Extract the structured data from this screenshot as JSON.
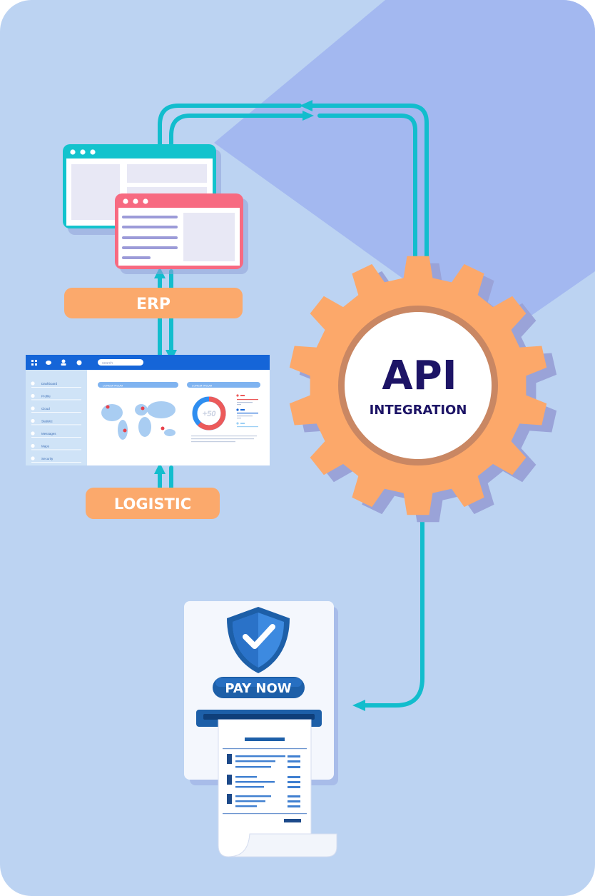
{
  "colors": {
    "background": "#bcd3f2",
    "background_accent": "#9fb6f2",
    "connector": "#12bdcd",
    "gear": "#fca86a",
    "gear_ring": "#c98763",
    "label_pill": "#fba96c",
    "erp_window_1_frame": "#12c3cd",
    "erp_window_2_frame": "#f76a81",
    "dashboard_header": "#1565d8",
    "pay_button": "#1d5fa8",
    "api_text": "#1d1466"
  },
  "labels": {
    "erp": "ERP",
    "logistic": "LOGISTIC"
  },
  "api": {
    "title": "API",
    "subtitle": "INTEGRATION"
  },
  "dashboard": {
    "search_placeholder": "search",
    "panel_map_title": "LOREM IPSUM",
    "panel_chart_title": "LOREM IPSUM",
    "donut_value": "+50",
    "donut_fraction": 0.62,
    "sidebar_items": [
      "Dashboard",
      "Profile",
      "Cloud",
      "Statistic",
      "Messages",
      "Maps",
      "Security"
    ],
    "sidebar_icons": [
      "home-icon",
      "sliders-icon",
      "cloud-icon",
      "bar-chart-icon",
      "send-icon",
      "location-icon",
      "lock-icon"
    ]
  },
  "payment": {
    "button_label": "PAY NOW",
    "shield_icon": "shield-check-icon"
  }
}
